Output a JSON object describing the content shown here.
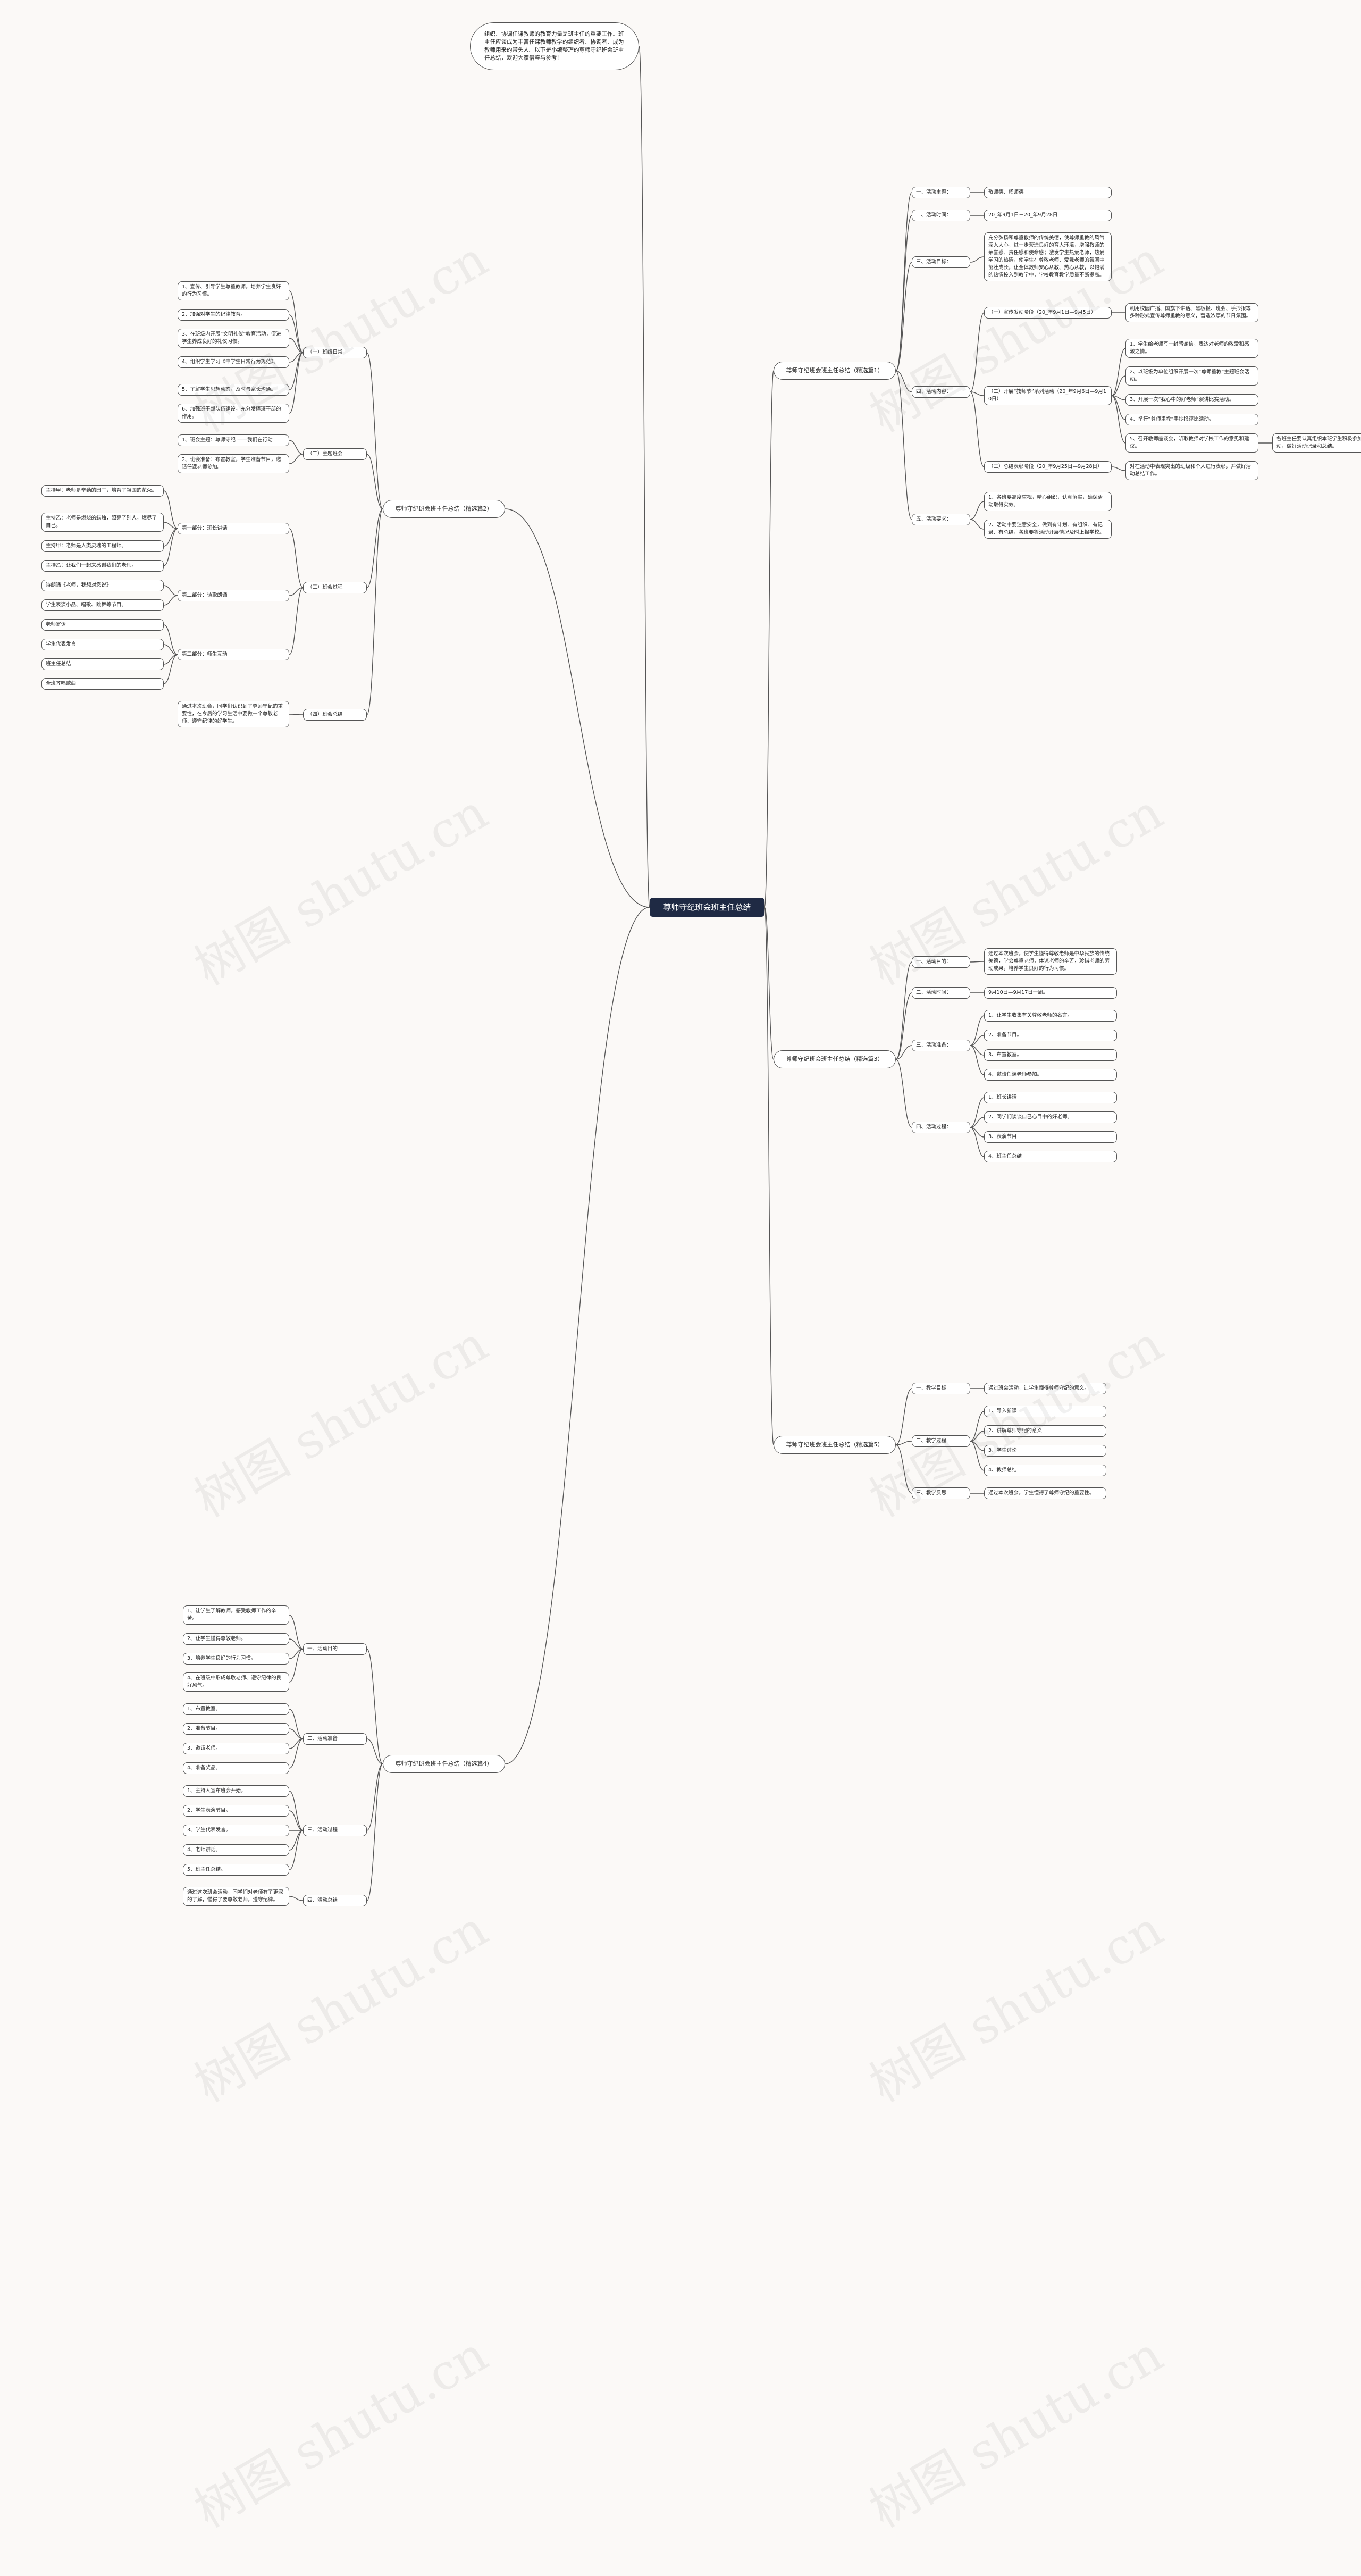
{
  "root": "尊师守纪班会班主任总结",
  "intro": "组织、协调任课教师的教育力量是班主任的重要工作。班主任应该成为丰富任课教师教学的组织者、协调者、成为教师用来的带头人。以下是小编整理的尊师守纪班会班主任总结，欢迎大家借鉴与参考!",
  "branches": [
    {
      "id": "b1",
      "label": "尊师守纪班会班主任总结（精选篇1）",
      "children": [
        {
          "id": "b1a",
          "label": "一、活动主题：",
          "children": [
            {
              "id": "b1a1",
              "label": "敬师德、扬师德"
            }
          ]
        },
        {
          "id": "b1b",
          "label": "二、活动时间：",
          "children": [
            {
              "id": "b1b1",
              "label": "20_年9月1日－20_年9月28日"
            }
          ]
        },
        {
          "id": "b1c",
          "label": "三、活动目标：",
          "children": [
            {
              "id": "b1c1",
              "label": "充分弘扬和尊重教师的传统美德，使尊师重教的风气深入人心，进一步营造良好的育人环境，增强教师的荣誉感、责任感和使命感；激发学生热爱老师，热爱学习的热情，使学生在尊敬老师、爱戴老师的氛围中茁壮成长，让全体教师安心从教、热心从教，以饱满的热情投入到教学中，学校教育教学质量不断提高。"
            }
          ]
        },
        {
          "id": "b1d",
          "label": "四、活动内容：",
          "children": [
            {
              "id": "b1d1",
              "label": "（一）宣传发动阶段（20_年9月1日—9月5日）",
              "children": [
                {
                  "id": "b1d1a",
                  "label": "利用校园广播、国旗下讲话、黑板报、班会、手抄报等多种形式宣传尊师重教的意义，营造浓厚的节日氛围。"
                }
              ]
            },
            {
              "id": "b1d2",
              "label": "（二）开展“教师节”系列活动（20_年9月6日—9月10日）",
              "children": [
                {
                  "id": "b1d2a",
                  "label": "1、学生给老师写一封感谢信，表达对老师的敬爱和感激之情。"
                },
                {
                  "id": "b1d2b",
                  "label": "2、以班级为单位组织开展一次“尊师重教”主题班会活动。"
                },
                {
                  "id": "b1d2c",
                  "label": "3、开展一次“我心中的好老师”演讲比赛活动。"
                },
                {
                  "id": "b1d2d",
                  "label": "4、举行“尊师重教”手抄报评比活动。"
                },
                {
                  "id": "b1d2e",
                  "label": "5、召开教师座谈会，听取教师对学校工作的意见和建议。",
                  "children": [
                    {
                      "id": "b1d2e1",
                      "label": "各班主任要认真组织本班学生积极参加各项活动，做好活动记录和总结。"
                    }
                  ]
                }
              ]
            },
            {
              "id": "b1d3",
              "label": "（三）总结表彰阶段（20_年9月25日—9月28日）",
              "children": [
                {
                  "id": "b1d3a",
                  "label": "对在活动中表现突出的班级和个人进行表彰，并做好活动总结工作。"
                }
              ]
            }
          ]
        },
        {
          "id": "b1e",
          "label": "五、活动要求：",
          "children": [
            {
              "id": "b1e1",
              "label": "1、各班要高度重视，精心组织，认真落实，确保活动取得实效。"
            },
            {
              "id": "b1e2",
              "label": "2、活动中要注意安全，做到有计划、有组织、有记录、有总结，各班要将活动开展情况及时上报学校。"
            }
          ]
        }
      ]
    },
    {
      "id": "b2",
      "label": "尊师守纪班会班主任总结（精选篇2）",
      "children": [
        {
          "id": "b2a",
          "label": "（一）班级日常",
          "children": [
            {
              "id": "b2a1",
              "label": "1、宣传、引导学生尊重教师，培养学生良好的行为习惯。"
            },
            {
              "id": "b2a2",
              "label": "2、加强对学生的纪律教育。"
            },
            {
              "id": "b2a3",
              "label": "3、在班级内开展“文明礼仪”教育活动，促进学生养成良好的礼仪习惯。"
            },
            {
              "id": "b2a4",
              "label": "4、组织学生学习《中学生日常行为规范》。"
            },
            {
              "id": "b2a5",
              "label": "5、了解学生思想动态，及时与家长沟通。"
            },
            {
              "id": "b2a6",
              "label": "6、加强班干部队伍建设，充分发挥班干部的作用。"
            }
          ]
        },
        {
          "id": "b2b",
          "label": "（二）主题班会",
          "children": [
            {
              "id": "b2b1",
              "label": "1、班会主题：尊师守纪 ——我们在行动"
            },
            {
              "id": "b2b2",
              "label": "2、班会准备：布置教室，学生准备节目，邀请任课老师参加。"
            }
          ]
        },
        {
          "id": "b2c",
          "label": "（三）班会过程",
          "children": [
            {
              "id": "b2c1",
              "label": "第一部分：班长讲话",
              "children": [
                {
                  "id": "b2c1a",
                  "label": "主持甲：老师是辛勤的园丁，培育了祖国的花朵。"
                },
                {
                  "id": "b2c1b",
                  "label": "主持乙：老师是燃烧的蜡烛，照亮了别人，燃尽了自己。"
                },
                {
                  "id": "b2c1c",
                  "label": "主持甲：老师是人类灵魂的工程师。"
                },
                {
                  "id": "b2c1d",
                  "label": "主持乙：让我们一起来感谢我们的老师。"
                }
              ]
            },
            {
              "id": "b2c2",
              "label": "第二部分：诗歌朗诵",
              "children": [
                {
                  "id": "b2c2a",
                  "label": "诗朗诵《老师，我想对您说》"
                },
                {
                  "id": "b2c2b",
                  "label": "学生表演小品、唱歌、跳舞等节目。"
                }
              ]
            },
            {
              "id": "b2c3",
              "label": "第三部分：师生互动",
              "children": [
                {
                  "id": "b2c3a",
                  "label": "老师寄语"
                },
                {
                  "id": "b2c3b",
                  "label": "学生代表发言"
                },
                {
                  "id": "b2c3c",
                  "label": "班主任总结"
                },
                {
                  "id": "b2c3d",
                  "label": "全班齐唱歌曲"
                }
              ]
            }
          ]
        },
        {
          "id": "b2d",
          "label": "（四）班会总结",
          "children": [
            {
              "id": "b2d1",
              "label": "通过本次班会，同学们认识到了尊师守纪的重要性，在今后的学习生活中要做一个尊敬老师、遵守纪律的好学生。"
            }
          ]
        }
      ]
    },
    {
      "id": "b3",
      "label": "尊师守纪班会班主任总结（精选篇3）",
      "children": [
        {
          "id": "b3a",
          "label": "一、活动目的：",
          "children": [
            {
              "id": "b3a1",
              "label": "通过本次班会，使学生懂得尊敬老师是中华民族的传统美德，学会尊重老师，体谅老师的辛苦，珍惜老师的劳动成果，培养学生良好的行为习惯。"
            }
          ]
        },
        {
          "id": "b3b",
          "label": "二、活动时间：",
          "children": [
            {
              "id": "b3b1",
              "label": "9月10日—9月17日一周。"
            }
          ]
        },
        {
          "id": "b3c",
          "label": "三、活动准备：",
          "children": [
            {
              "id": "b3c1",
              "label": "1、让学生收集有关尊敬老师的名言。"
            },
            {
              "id": "b3c2",
              "label": "2、准备节目。"
            },
            {
              "id": "b3c3",
              "label": "3、布置教室。"
            },
            {
              "id": "b3c4",
              "label": "4、邀请任课老师参加。"
            }
          ]
        },
        {
          "id": "b3d",
          "label": "四、活动过程：",
          "children": [
            {
              "id": "b3d1",
              "label": "1、班长讲话"
            },
            {
              "id": "b3d2",
              "label": "2、同学们谈谈自己心目中的好老师。"
            },
            {
              "id": "b3d3",
              "label": "3、表演节目"
            },
            {
              "id": "b3d4",
              "label": "4、班主任总结"
            }
          ]
        }
      ]
    },
    {
      "id": "b4",
      "label": "尊师守纪班会班主任总结（精选篇4）",
      "children": [
        {
          "id": "b4a",
          "label": "一、活动目的",
          "children": [
            {
              "id": "b4a1",
              "label": "1、让学生了解教师，感受教师工作的辛苦。"
            },
            {
              "id": "b4a2",
              "label": "2、让学生懂得尊敬老师。"
            },
            {
              "id": "b4a3",
              "label": "3、培养学生良好的行为习惯。"
            },
            {
              "id": "b4a4",
              "label": "4、在班级中形成尊敬老师、遵守纪律的良好风气。"
            }
          ]
        },
        {
          "id": "b4b",
          "label": "二、活动准备",
          "children": [
            {
              "id": "b4b1",
              "label": "1、布置教室。"
            },
            {
              "id": "b4b2",
              "label": "2、准备节目。"
            },
            {
              "id": "b4b3",
              "label": "3、邀请老师。"
            },
            {
              "id": "b4b4",
              "label": "4、准备奖品。"
            }
          ]
        },
        {
          "id": "b4c",
          "label": "三、活动过程",
          "children": [
            {
              "id": "b4c1",
              "label": "1、主持人宣布班会开始。"
            },
            {
              "id": "b4c2",
              "label": "2、学生表演节目。"
            },
            {
              "id": "b4c3",
              "label": "3、学生代表发言。"
            },
            {
              "id": "b4c4",
              "label": "4、老师讲话。"
            },
            {
              "id": "b4c5",
              "label": "5、班主任总结。"
            }
          ]
        },
        {
          "id": "b4d",
          "label": "四、活动总结",
          "children": [
            {
              "id": "b4d1",
              "label": "通过这次班会活动，同学们对老师有了更深的了解，懂得了要尊敬老师，遵守纪律。"
            }
          ]
        }
      ]
    },
    {
      "id": "b5",
      "label": "尊师守纪班会班主任总结（精选篇5）",
      "children": [
        {
          "id": "b5a",
          "label": "一、教学目标",
          "children": [
            {
              "id": "b5a1",
              "label": "通过班会活动，让学生懂得尊师守纪的意义。"
            }
          ]
        },
        {
          "id": "b5b",
          "label": "二、教学过程",
          "children": [
            {
              "id": "b5b1",
              "label": "1、导入新课"
            },
            {
              "id": "b5b2",
              "label": "2、讲解尊师守纪的意义"
            },
            {
              "id": "b5b3",
              "label": "3、学生讨论"
            },
            {
              "id": "b5b4",
              "label": "4、教师总结"
            }
          ]
        },
        {
          "id": "b5c",
          "label": "三、教学反思",
          "children": [
            {
              "id": "b5c1",
              "label": "通过本次班会，学生懂得了尊师守纪的重要性。"
            }
          ]
        }
      ]
    }
  ],
  "watermark": "树图 shutu.cn"
}
